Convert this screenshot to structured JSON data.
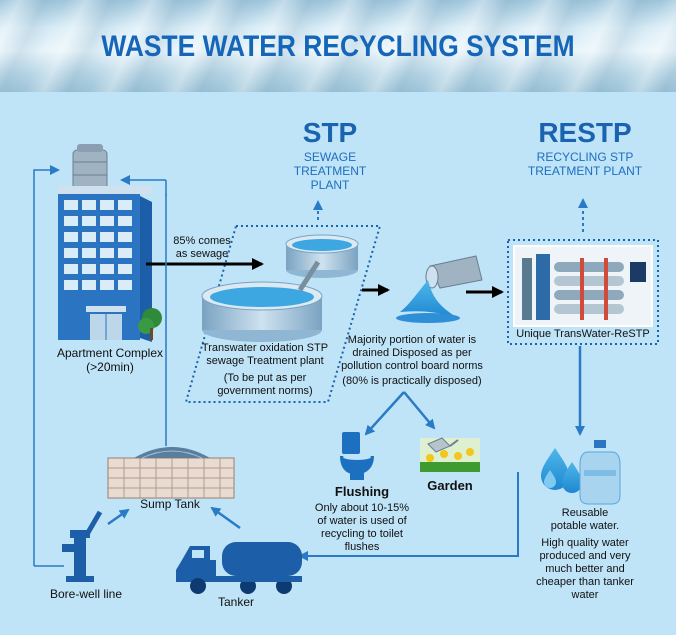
{
  "title": "WASTE WATER RECYCLING SYSTEM",
  "stp": {
    "abbr": "STP",
    "line1": "SEWAGE",
    "line2": "TREATMENT",
    "line3": "PLANT"
  },
  "restp": {
    "abbr": "RESTP",
    "line1": "RECYCLING STP",
    "line2": "TREATMENT PLANT"
  },
  "apartment": {
    "line1": "Apartment Complex",
    "line2": "(>20min)"
  },
  "sewage": {
    "line1": "85% comes",
    "line2": "as sewage"
  },
  "stp_caption": {
    "line1": "Transwater oxidation STP",
    "line2": "sewage Treatment plant",
    "line3": "(To be put as per",
    "line4": "government norms)"
  },
  "majority": {
    "line1": "Majority portion of water  is",
    "line2": "drained Disposed as per",
    "line3": "pollution control board norms",
    "line4": "(80% is practically disposed)"
  },
  "unique": "Unique TransWater-ReSTP",
  "flushing": {
    "title": "Flushing",
    "line1": "Only about 10-15%",
    "line2": "of water is used of",
    "line3": "recycling to toilet",
    "line4": "flushes"
  },
  "garden": "Garden",
  "reusable": {
    "line1": "Reusable",
    "line2": "potable water.",
    "line3": "High quality water",
    "line4": "produced and very",
    "line5": "much better and",
    "line6": "cheaper than tanker",
    "line7": "water"
  },
  "sump": "Sump Tank",
  "tanker": "Tanker",
  "borewell": "Bore-well line",
  "colors": {
    "title": "#1565b8",
    "flow_line": "#2a7bc6",
    "dark_arrow": "#000000",
    "building": "#2a74c2"
  }
}
